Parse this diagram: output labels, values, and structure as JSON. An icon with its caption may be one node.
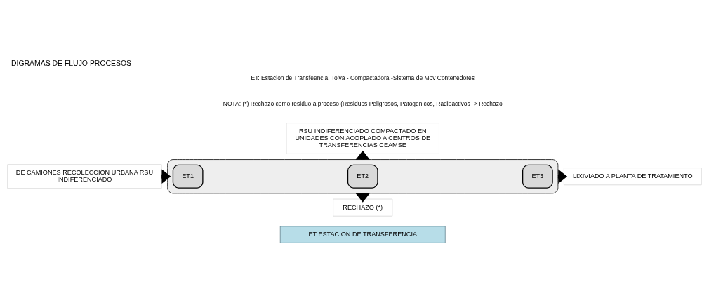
{
  "diagram": {
    "title": "DIGRAMAS DE FLUJO PROCESOS",
    "nodes": [
      {
        "text": [
          "ET ESTACION DE TRANSFERENCIA"
        ]
      },
      {
        "text": [
          "RECHAZO (*)"
        ]
      },
      {
        "text": [
          "DE CAMIONES RECOLECCION URBANA RSU INDIFERENCIADO"
        ]
      },
      {
        "text": [],
        "shape": "box"
      },
      {
        "text": [
          "ET1"
        ],
        "in": 3
      },
      {
        "text": [
          "ET2"
        ],
        "in": 3
      },
      {
        "text": [
          "ET3"
        ],
        "in": 3
      },
      {
        "text": [
          "LIXIVIADO A PLANTA DE TRATAMIENTO"
        ]
      },
      {
        "text": [
          "RSU INDIFERENCIADO COMPACTADO EN UNIDADES CON ACOPLADO A CENTROS DE TRANSFERENCIAS CEAMSE"
        ]
      }
    ],
    "edges": [
      {
        "from": 2,
        "to": 3,
        "arrow": "to"
      },
      {
        "from": 3,
        "to": 1,
        "arrow": "to"
      },
      {
        "from": 3,
        "to": 7,
        "arrow": "to"
      },
      {
        "from": 3,
        "to": 8,
        "arrow": "to"
      }
    ],
    "labels": [
      "NOTA: (*) Rechazo como residuo a proceso (Residuos Peligrosos, Patogenicos, Radioactivos -> Rechazo",
      "ET: Estacion de Transfeencia: Tolva - Compactadora -Sistema de Mov Contenedores"
    ]
  }
}
